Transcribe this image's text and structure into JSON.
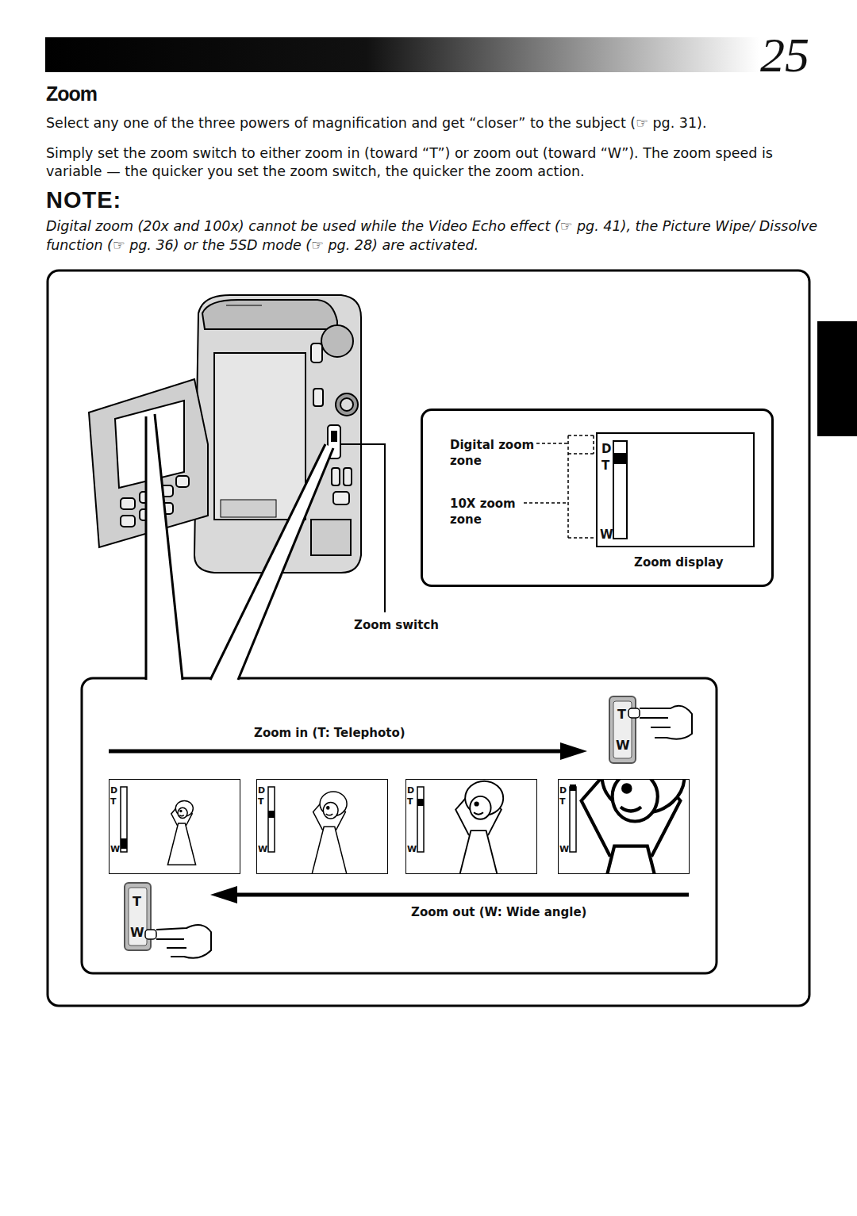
{
  "diagram": {
    "title": "Zoom",
    "nodes": [
      {
        "text": [
          "Digital zoom zone",
          "10X zoom zone"
        ]
      },
      {
        "text": [
          "D",
          "T",
          "W",
          "Zoom display"
        ],
        "in": 0
      },
      {
        "text": [
          "T",
          "W"
        ]
      },
      {
        "text": [
          "D",
          "T",
          "W"
        ]
      },
      {
        "text": [
          "D",
          "T",
          "W"
        ]
      },
      {
        "text": [
          "D",
          "T",
          "W"
        ]
      },
      {
        "text": [
          "D",
          "T",
          "W"
        ]
      },
      {
        "text": [
          "T",
          "W"
        ]
      }
    ],
    "labels": [
      "25",
      "Select any one of the three powers of magnification and get “closer” to the subject (☞ pg. 31).",
      "Simply set the zoom switch to either zoom in (toward “T”) or zoom out (toward “W”). The zoom speed is variable — the quicker you set the zoom switch, the quicker the zoom action.",
      "NOTE:",
      "Digital zoom (20x and 100x) cannot be used while the Video Echo effect (☞ pg. 41), the Picture Wipe/ Dissolve function (☞ pg. 36) or the 5SD mode (☞ pg. 28) are activated.",
      "Zoom switch",
      "Zoom in (T: Telephoto)",
      "Zoom out (W: Wide angle)"
    ]
  }
}
